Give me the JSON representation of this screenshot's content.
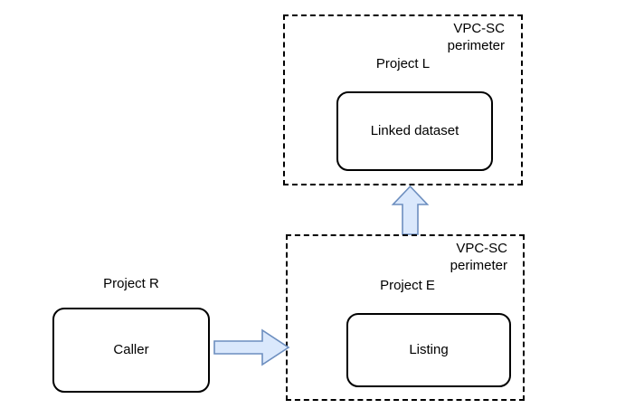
{
  "diagram": {
    "background_color": "#ffffff",
    "stroke_color": "#000000",
    "arrow_fill_color": "#dae8fc",
    "arrow_stroke_color": "#6c8ebf",
    "perimeters": [
      {
        "id": "upper",
        "boundary_label": "VPC-SC\nperimeter",
        "project_label": "Project L",
        "node_label": "Linked dataset"
      },
      {
        "id": "lower",
        "boundary_label": "VPC-SC\nperimeter",
        "project_label": "Project E",
        "node_label": "Listing"
      }
    ],
    "external": {
      "project_label": "Project R",
      "node_label": "Caller"
    },
    "arrows": [
      {
        "id": "caller-to-listing",
        "direction": "right"
      },
      {
        "id": "listing-to-linked-dataset",
        "direction": "up"
      }
    ]
  }
}
